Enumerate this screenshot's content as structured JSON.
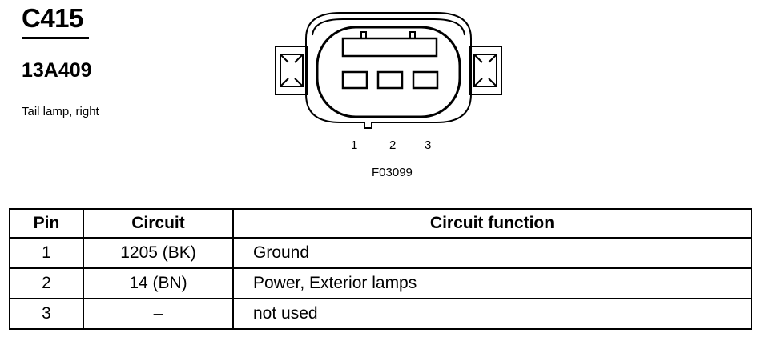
{
  "header": {
    "connector_id": "C415",
    "part_number": "13A409",
    "description": "Tail lamp, right"
  },
  "diagram": {
    "pin_labels": [
      "1",
      "2",
      "3"
    ],
    "figure_code": "F03099"
  },
  "table": {
    "headers": {
      "pin": "Pin",
      "circuit": "Circuit",
      "function": "Circuit function"
    },
    "rows": [
      {
        "pin": "1",
        "circuit": "1205 (BK)",
        "function": "Ground"
      },
      {
        "pin": "2",
        "circuit": "14 (BN)",
        "function": "Power, Exterior lamps"
      },
      {
        "pin": "3",
        "circuit": "–",
        "function": "not used"
      }
    ]
  }
}
